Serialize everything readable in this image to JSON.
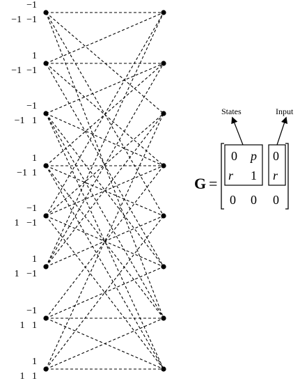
{
  "trellis": {
    "states": [
      {
        "top": "−1",
        "bottom": "−1  −1"
      },
      {
        "top": "1",
        "bottom": "−1  −1"
      },
      {
        "top": "−1",
        "bottom": "−1   1"
      },
      {
        "top": "1",
        "bottom": "−1  1"
      },
      {
        "top": "−1",
        "bottom": "1   −1"
      },
      {
        "top": "1",
        "bottom": "1   −1"
      },
      {
        "top": "−1",
        "bottom": "1   1"
      },
      {
        "top": "1",
        "bottom": "1   1"
      }
    ],
    "edges": [
      [
        0,
        0
      ],
      [
        0,
        2
      ],
      [
        0,
        4
      ],
      [
        0,
        6
      ],
      [
        1,
        0
      ],
      [
        1,
        1
      ],
      [
        1,
        3
      ],
      [
        1,
        5
      ],
      [
        2,
        1
      ],
      [
        2,
        3
      ],
      [
        2,
        5
      ],
      [
        2,
        6
      ],
      [
        2,
        7
      ],
      [
        3,
        1
      ],
      [
        3,
        3
      ],
      [
        3,
        4
      ],
      [
        3,
        6
      ],
      [
        3,
        7
      ],
      [
        4,
        0
      ],
      [
        4,
        2
      ],
      [
        4,
        3
      ],
      [
        4,
        5
      ],
      [
        4,
        7
      ],
      [
        5,
        0
      ],
      [
        5,
        1
      ],
      [
        5,
        2
      ],
      [
        5,
        4
      ],
      [
        6,
        5
      ],
      [
        6,
        6
      ],
      [
        6,
        7
      ],
      [
        6,
        3
      ],
      [
        7,
        6
      ],
      [
        7,
        7
      ],
      [
        7,
        4
      ],
      [
        7,
        2
      ]
    ]
  },
  "matrix": {
    "symbol": "G",
    "equals": "=",
    "states_label": "States",
    "input_label": "Input",
    "cells": [
      [
        "0",
        "p",
        "0"
      ],
      [
        "r",
        "1",
        "r"
      ],
      [
        "0",
        "0",
        "0"
      ]
    ]
  },
  "colors": {
    "ink": "#000000"
  }
}
